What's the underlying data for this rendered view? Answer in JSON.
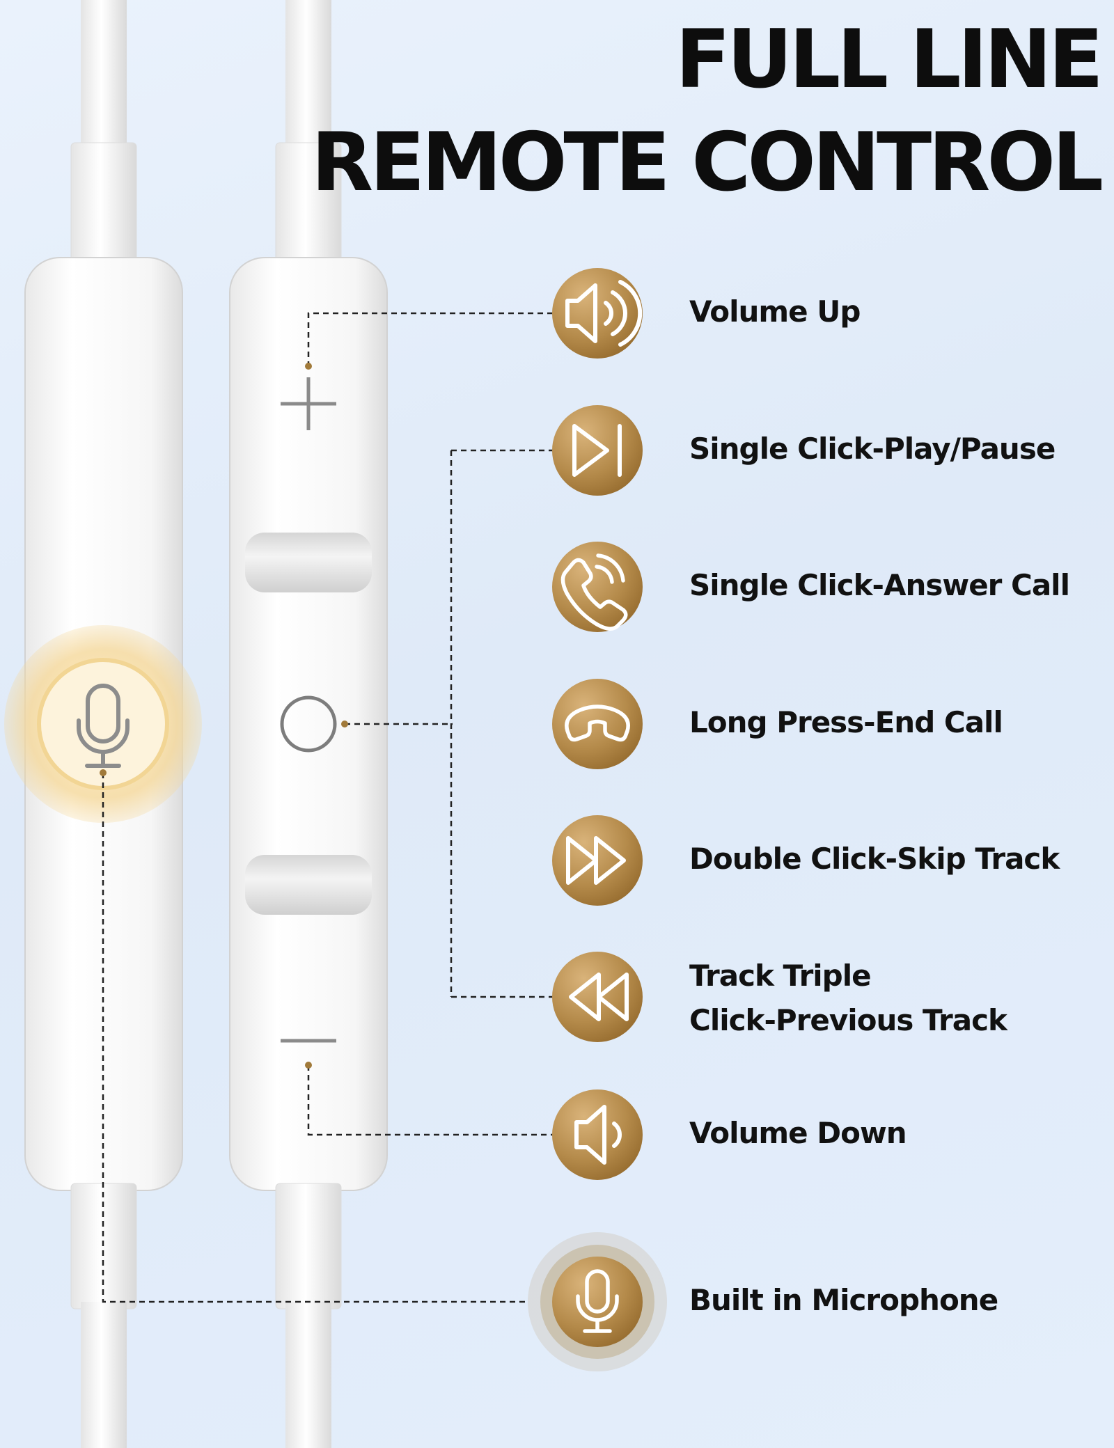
{
  "title": {
    "line1": "FULL LINE",
    "line2": "REMOTE CONTROL"
  },
  "features": [
    {
      "icon": "volume-up-icon",
      "label": "Volume Up"
    },
    {
      "icon": "play-pause-icon",
      "label": "Single Click-Play/Pause"
    },
    {
      "icon": "phone-answer-icon",
      "label": "Single Click-Answer Call"
    },
    {
      "icon": "phone-end-icon",
      "label": "Long Press-End Call"
    },
    {
      "icon": "fast-forward-icon",
      "label": "Double Click-Skip Track"
    },
    {
      "icon": "rewind-icon",
      "label": "Track Triple",
      "label2": "Click-Previous Track"
    },
    {
      "icon": "volume-down-icon",
      "label": "Volume Down"
    },
    {
      "icon": "microphone-icon",
      "label": "Built in Microphone"
    }
  ],
  "colors": {
    "gold_light": "#d6b078",
    "gold_dark": "#9a7232",
    "title": "#0d0d0d",
    "background": "#e4eefb"
  }
}
